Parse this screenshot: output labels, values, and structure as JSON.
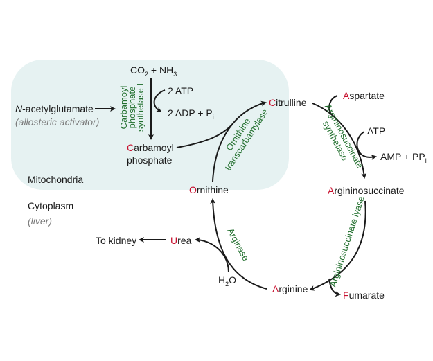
{
  "compartments": {
    "mitochondria": "Mitochondria",
    "cytoplasm": "Cytoplasm",
    "cytoplasm_note": "(liver)"
  },
  "activator": {
    "name_italic": "N",
    "name_rest": "-acetylglutamate",
    "note": "(allosteric activator)"
  },
  "reactants": {
    "co2": "CO",
    "co2_sub": "2",
    "plus_nh3": " + NH",
    "nh3_sub": "3"
  },
  "cps1": {
    "atp": "2 ATP",
    "adp": "2 ADP + P",
    "adp_sub": "i",
    "enzyme_lines": [
      "Carbamoyl",
      "phosphate",
      "synthetase I"
    ]
  },
  "metabolites": {
    "carbamoyl": {
      "first": "C",
      "rest": "arbamoyl",
      "line2": "phosphate"
    },
    "citrulline": {
      "first": "C",
      "rest": "itrulline"
    },
    "aspartate": {
      "first": "A",
      "rest": "spartate"
    },
    "argininosuccinate": {
      "first": "A",
      "rest": "rgininosuccinate"
    },
    "fumarate": {
      "first": "F",
      "rest": "umarate"
    },
    "arginine": {
      "first": "A",
      "rest": "rginine"
    },
    "ornithine": {
      "first": "O",
      "rest": "rnithine"
    },
    "urea": {
      "first": "U",
      "rest": "rea"
    }
  },
  "ass": {
    "atp": "ATP",
    "amp": "AMP + PP",
    "amp_sub": "i"
  },
  "arginase": {
    "water": "H",
    "water_sub": "2",
    "water_rest": "O"
  },
  "to_kidney": "To kidney",
  "enzymes": {
    "otc": [
      "Ornithine",
      "transcarbamylase"
    ],
    "ass": [
      "Argininosuccinate",
      "synthetase"
    ],
    "asl": "Argininosuccinate lyase",
    "arginase": "Arginase"
  },
  "colors": {
    "enzyme": "#23702f",
    "highlight": "#c8102e",
    "mitochondria_bg": "#e6f2f2"
  }
}
